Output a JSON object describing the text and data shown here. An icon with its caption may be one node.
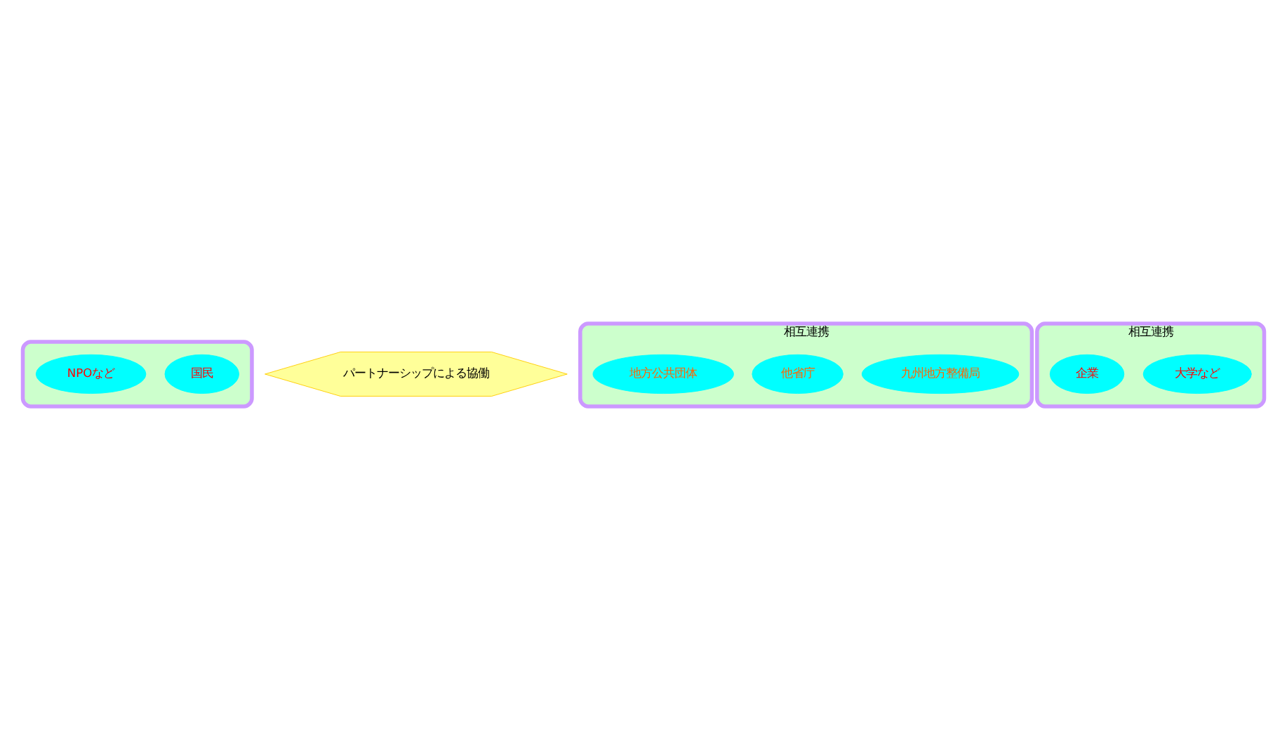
{
  "diagram": {
    "nodes": [
      {
        "text": [],
        "shape": "ellipse"
      },
      {
        "text": [
          "国民"
        ],
        "in": 0
      },
      {
        "text": [
          "NPOなど"
        ],
        "in": 0
      },
      {
        "text": [
          "パートナーシップによる協働"
        ]
      },
      {
        "text": [
          "相互連携"
        ]
      },
      {
        "text": [
          "九州地方整備局"
        ],
        "in": 4
      },
      {
        "text": [
          "他省庁"
        ],
        "in": 4
      },
      {
        "text": [
          "地方公共団体"
        ],
        "in": 4
      },
      {
        "text": [
          "相互連携"
        ]
      },
      {
        "text": [
          "大学など"
        ],
        "in": 8
      },
      {
        "text": [
          "企業"
        ],
        "in": 8
      }
    ],
    "edges": []
  }
}
